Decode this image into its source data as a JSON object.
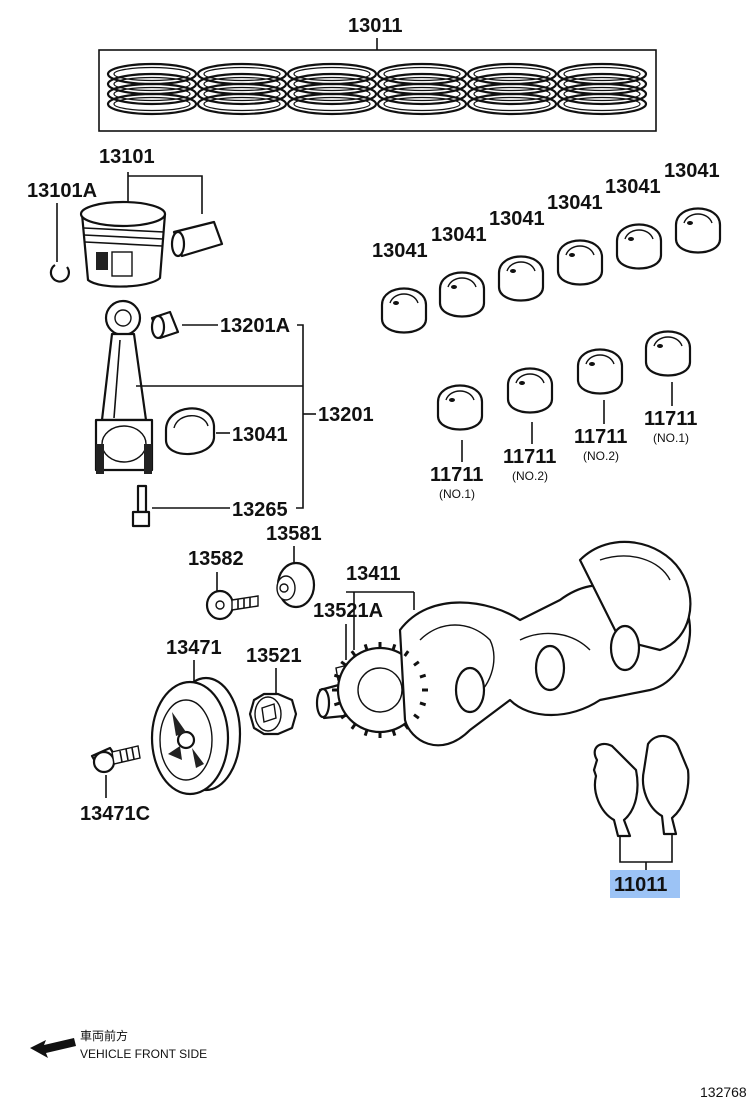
{
  "part_numbers": {
    "piston_ring_set": "13011",
    "piston": "13101",
    "piston_ring_clip": "13101A",
    "connecting_rod_bushing": "13201A",
    "connecting_rod_assembly": "13201",
    "connecting_rod_bearing": "13041",
    "connecting_rod_bolt": "13265",
    "crank_bearing_1": "13041",
    "crank_bearing_2": "13041",
    "crank_bearing_3": "13041",
    "crank_bearing_4": "13041",
    "crank_bearing_5": "13041",
    "crank_bearing_6": "13041",
    "main_bearing_a": "11711",
    "main_bearing_b": "11711",
    "main_bearing_c": "11711",
    "main_bearing_d": "11711",
    "pulley_bolt": "13582",
    "crank_sensor_plate": "13581",
    "crankshaft": "13411",
    "crank_key": "13521A",
    "crank_pulley": "13471",
    "crank_timing_gear": "13521",
    "pulley_set_bolt": "13471C",
    "thrust_washer": "11011"
  },
  "sub_labels": {
    "main_bearing_a": "(NO.1)",
    "main_bearing_b": "(NO.2)",
    "main_bearing_c": "(NO.2)",
    "main_bearing_d": "(NO.1)"
  },
  "legend": {
    "japanese": "車両前方",
    "english": "VEHICLE FRONT SIDE"
  },
  "figure_number": "132768",
  "highlight_color": "#9cc3f5"
}
